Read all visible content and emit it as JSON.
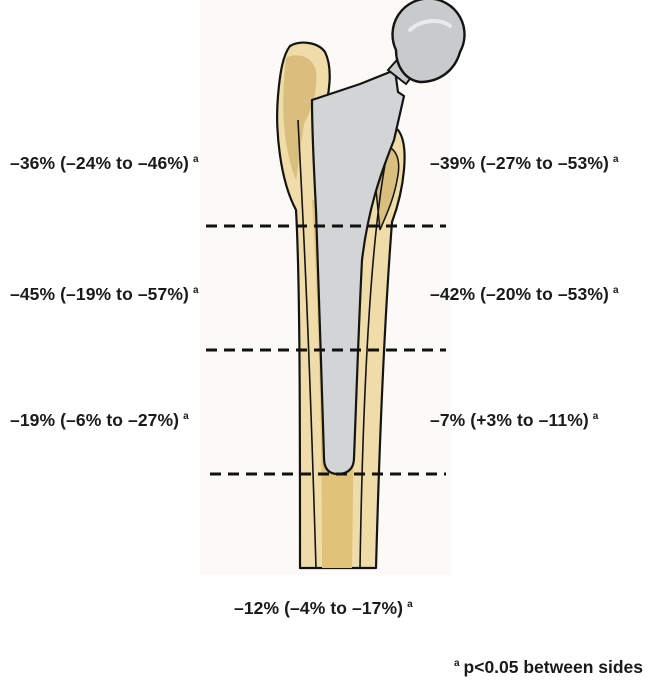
{
  "zones": {
    "left": [
      {
        "value": "–36% (–24% to –46%)",
        "marker": "a"
      },
      {
        "value": "–45% (–19% to –57%)",
        "marker": "a"
      },
      {
        "value": "–19% (–6% to –27%)",
        "marker": "a"
      }
    ],
    "right": [
      {
        "value": "–39% (–27% to –53%)",
        "marker": "a"
      },
      {
        "value": "–42% (–20% to –53%)",
        "marker": "a"
      },
      {
        "value": "–7% (+3% to –11%)",
        "marker": "a"
      }
    ],
    "bottom": {
      "value": "–12% (–4% to –17%)",
      "marker": "a"
    }
  },
  "footnote": {
    "marker": "a",
    "text": "p<0.05 between sides"
  },
  "colors": {
    "bone": "#EFDCA8",
    "bone_dark": "#D9BE7E",
    "canal": "#E0C278",
    "stem": "#D3D4D5",
    "head": "#C9CACB",
    "outline": "#141414"
  },
  "icons": {
    "implant": "femoral-stem-hip-prosthesis"
  }
}
